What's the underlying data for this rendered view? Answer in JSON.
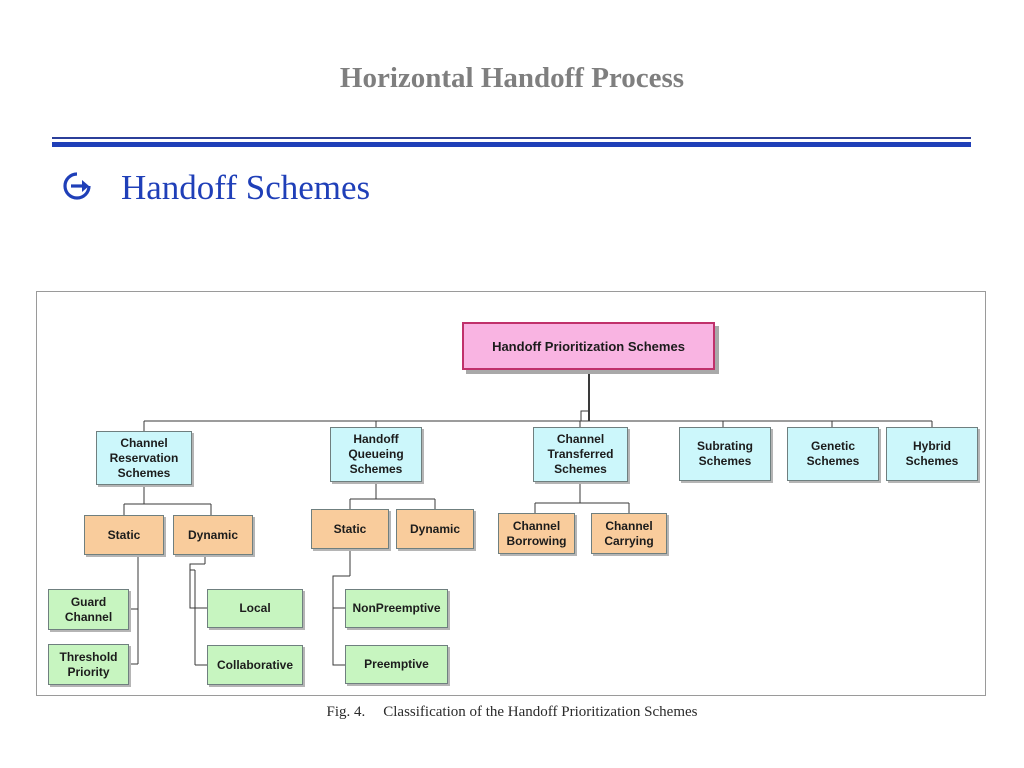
{
  "slide": {
    "title": "Horizontal Handoff Process",
    "bullet_text": "Handoff Schemes"
  },
  "colors": {
    "title": "#7f7f7f",
    "accent_blue": "#1f3fb8",
    "root_fill": "#f9b4e2",
    "level1_fill": "#ccf7fb",
    "level2_fill": "#f9cc9c",
    "level3_fill": "#c7f5c0"
  },
  "icons": {
    "bullet": "arrow-circle-right-icon"
  },
  "diagram": {
    "root": "Handoff Prioritization Schemes",
    "level1": {
      "channel_reservation": "Channel\nReservation\nSchemes",
      "handoff_queueing": "Handoff\nQueueing\nSchemes",
      "channel_transferred": "Channel\nTransferred\nSchemes",
      "subrating": "Subrating\nSchemes",
      "genetic": "Genetic\nSchemes",
      "hybrid": "Hybrid\nSchemes"
    },
    "level2": {
      "cr_static": "Static",
      "cr_dynamic": "Dynamic",
      "hq_static": "Static",
      "hq_dynamic": "Dynamic",
      "channel_borrowing": "Channel\nBorrowing",
      "channel_carrying": "Channel\nCarrying"
    },
    "level3": {
      "guard_channel": "Guard\nChannel",
      "threshold_priority": "Threshold\nPriority",
      "local": "Local",
      "collaborative": "Collaborative",
      "nonpreemptive": "NonPreemptive",
      "preemptive": "Preemptive"
    }
  },
  "caption": {
    "label": "Fig. 4.",
    "text": "Classification of the Handoff Prioritization Schemes"
  }
}
